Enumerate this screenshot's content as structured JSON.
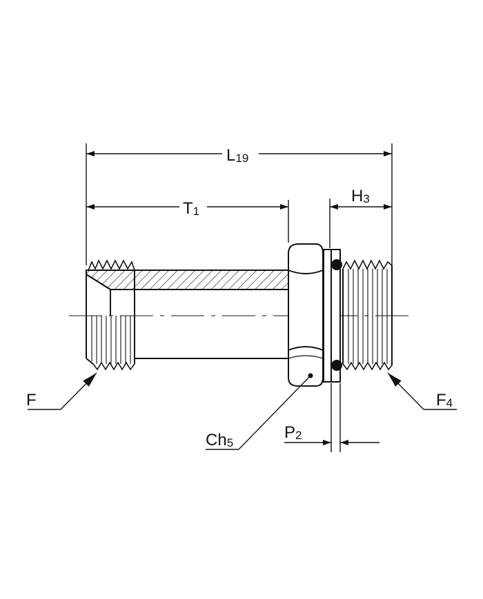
{
  "labels": {
    "L19": {
      "main": "L",
      "sub": "19"
    },
    "T1": {
      "main": "T",
      "sub": "1"
    },
    "H3": {
      "main": "H",
      "sub": "3"
    },
    "F": {
      "main": "F",
      "sub": ""
    },
    "F4": {
      "main": "F",
      "sub": "4"
    },
    "Ch5": {
      "main": "Ch",
      "sub": "5"
    },
    "P2": {
      "main": "P",
      "sub": "2"
    }
  },
  "colors": {
    "line": "#111111",
    "background": "#ffffff"
  }
}
